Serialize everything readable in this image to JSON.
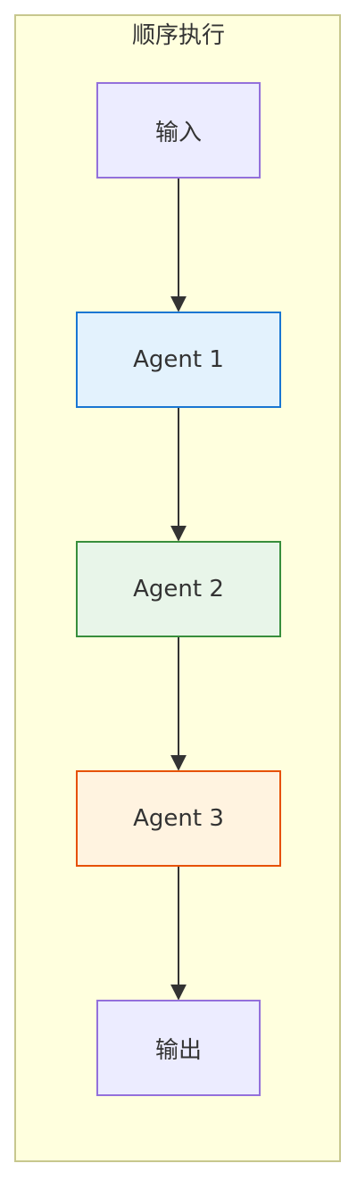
{
  "diagram": {
    "group_title": "顺序执行",
    "nodes": {
      "input": "输入",
      "agent1": "Agent 1",
      "agent2": "Agent 2",
      "agent3": "Agent 3",
      "output": "输出"
    },
    "edges": [
      [
        "input",
        "agent1"
      ],
      [
        "agent1",
        "agent2"
      ],
      [
        "agent2",
        "agent3"
      ],
      [
        "agent3",
        "output"
      ]
    ]
  },
  "colors": {
    "cluster_fill": "#ffffde",
    "cluster_stroke": "#c7c78e",
    "io_fill": "#ececff",
    "io_stroke": "#9370db",
    "agent1_fill": "#e3f2fd",
    "agent1_stroke": "#1976d2",
    "agent2_fill": "#e8f5e9",
    "agent2_stroke": "#388e3c",
    "agent3_fill": "#fff3e0",
    "agent3_stroke": "#e65100",
    "edge": "#333333"
  }
}
